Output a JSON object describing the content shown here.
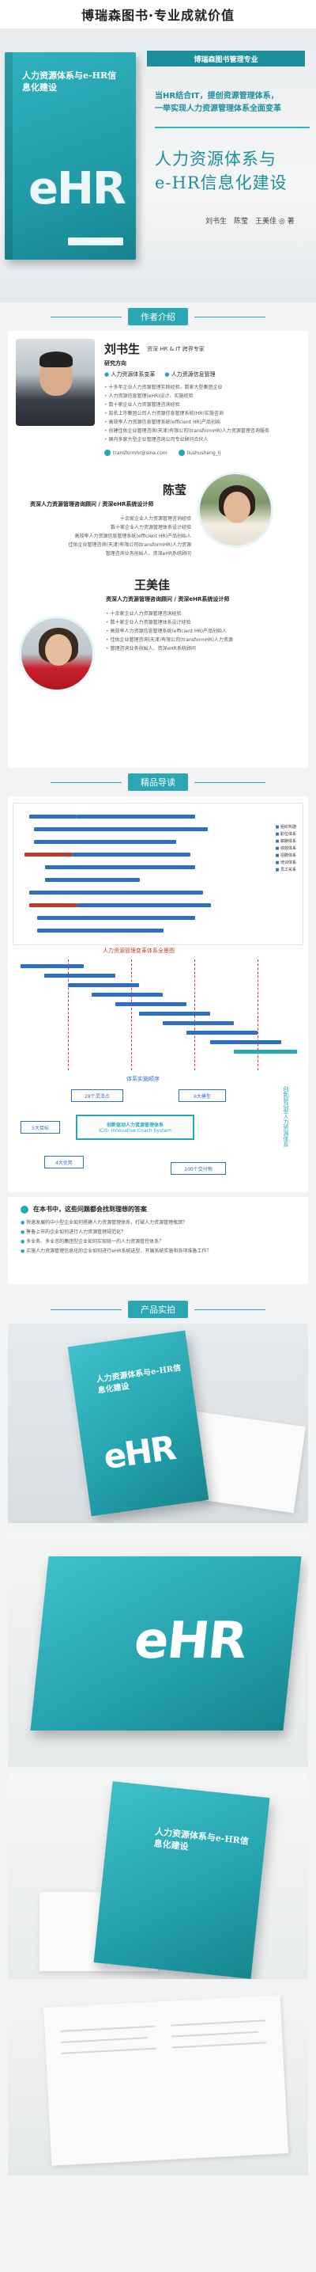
{
  "header": {
    "title": "博瑞森图书·专业成就价值"
  },
  "hero": {
    "publisher_bar": "博瑞森图书管理专业",
    "slogan": [
      "当HR结合IT，提创资源管理体系，",
      "一举实现人力资源管理体系全面变革"
    ],
    "title_line1": "人力资源体系与",
    "title_line2": "e-HR信息化建设",
    "authors": "刘书生　陈莹　王美佳 ◎ 著",
    "book_title": "人力资源体系与e-HR信息化建设",
    "book_mark": "eHR"
  },
  "sections": {
    "authors": "作者介绍",
    "guide": "精品导读",
    "products": "产品实拍"
  },
  "author1": {
    "name": "刘书生",
    "role": "资深 HR & IT 跨界专家",
    "field_title": "研究方向",
    "fields": [
      "人力资源体系变革",
      "人力资源信息管理"
    ],
    "bio": [
      "十多年企业人力资源管理实践经验，数家大型集团企业",
      "人力资源信息管理(eHR)设计、实施经验",
      "数十家企业人力资源管理咨询经验",
      "知名上市集团公司人力资源信息管理系统(HR)实施咨询",
      "高效率人力资源信息管理系统(efficient HR)产品创始",
      "创建佳佑企业管理咨询(天津)有限公司(transformHR)人力资源管理咨询服务",
      "国内多家大型企业管理咨询公司专业顾问合伙人"
    ],
    "email": "transformhr@sina.com",
    "wechat": "liushusheng_lj"
  },
  "author2": {
    "name": "陈莹",
    "role": "资深人力资源管理咨询顾问 / 资深eHR系统设计师",
    "lines": [
      "十余家企业人力资源管理咨询经验",
      "数十家企业人力资源管理体系设计经验",
      "高效率人力资源信息管理系统(efficient HR)产品创始人",
      "佳佑企业管理咨询(天津)有限公司(transformHR)人力资源",
      "管理咨询业务创始人、资深eHR系统顾问"
    ]
  },
  "author3": {
    "name": "王美佳",
    "role": "资深人力资源管理咨询顾问 / 资深eHR系统设计师",
    "lines": [
      "十余家企业人力资源管理咨询经验",
      "数十家企业人力资源管理体系设计经验",
      "高效率人力资源信息管理系统(efficient HR)产品创始人",
      "佳佑企业管理咨询(天津)有限公司(transformHR)人力资源",
      "管理咨询业务创始人、资深eHR系统顾问"
    ]
  },
  "guide": {
    "caption1": "人力资源管理变革体系全景图",
    "caption2": "体系实施顺序",
    "legend": [
      "组织构建",
      "职位体系",
      "薪酬体系",
      "绩效体系",
      "招聘体系",
      "培训体系",
      "员工关系"
    ],
    "core": "创新驱动人力资源管理体系",
    "core_en": "ICIS: Innovative Coach System",
    "nodes": [
      "28个灵活点",
      "6大模型",
      "5大目标",
      "4大优势",
      "100个交付物"
    ],
    "vertical": "创新驱动型人力资源体系",
    "qa_title": "在本书中，这些问题都会找到理想的答案",
    "qa": [
      "快速发展的中小型企业如何搭建人力资源管理体系，打破人力资源管理瓶颈？",
      "筹备上市的企业如何进行人力资源管理规范化？",
      "多业务、多业态的集团型企业如何实现统一的人力资源管控体系？",
      "实施人力资源管理信息化的企业如何进行eHR系统选型、开展系统实施和各项准备工作？"
    ]
  },
  "colors": {
    "accent": "#2aa7b4",
    "blue": "#2f6fbf",
    "red": "#c0392b"
  }
}
